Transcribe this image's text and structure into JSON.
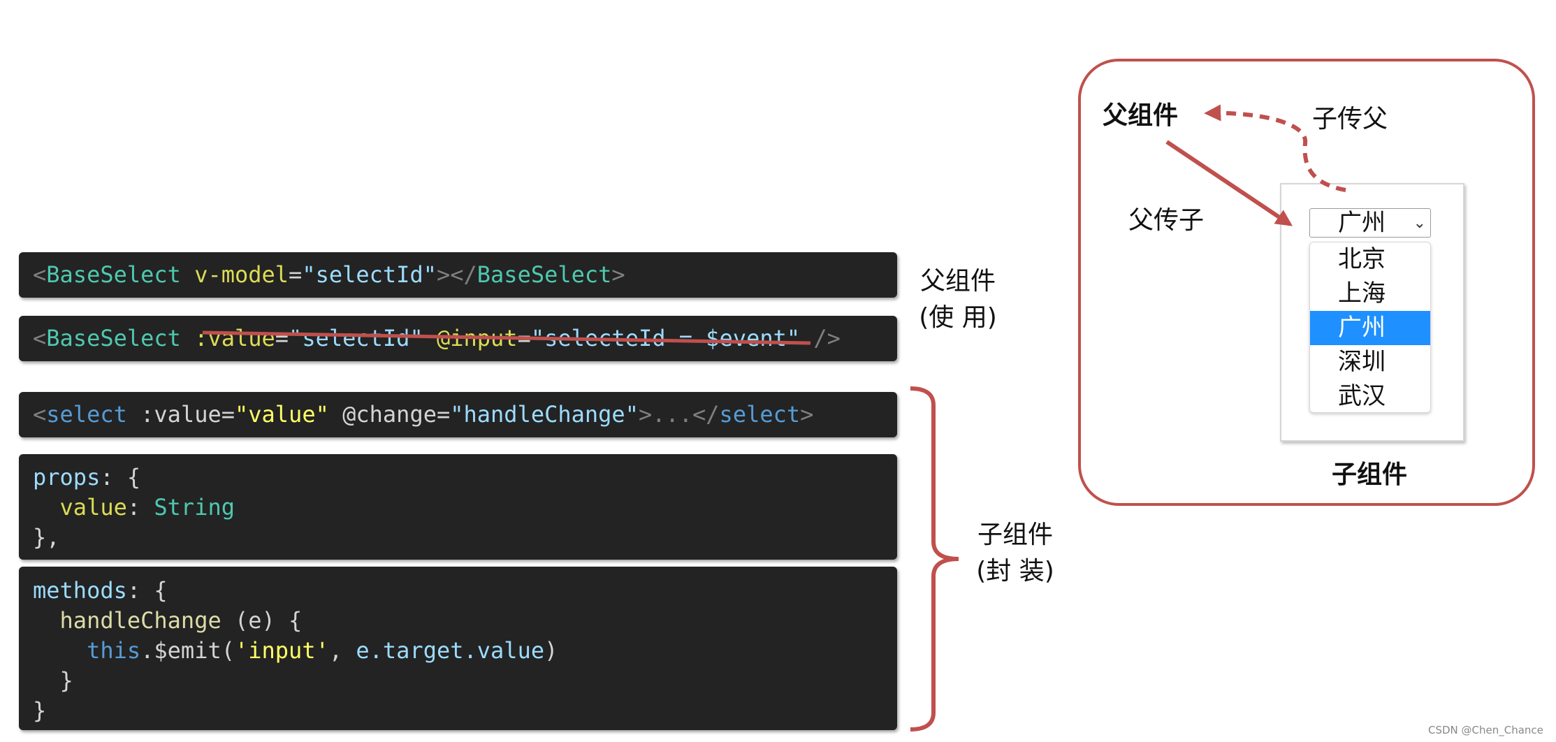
{
  "code_blocks": {
    "parent_usage": {
      "tokens": [
        {
          "t": "<",
          "c": "t-punc"
        },
        {
          "t": "BaseSelect",
          "c": "t-tag"
        },
        {
          "t": " v-model",
          "c": "t-attr"
        },
        {
          "t": "=",
          "c": "t-plain"
        },
        {
          "t": "\"selectId\"",
          "c": "t-str"
        },
        {
          "t": "></",
          "c": "t-punc"
        },
        {
          "t": "BaseSelect",
          "c": "t-tag"
        },
        {
          "t": ">",
          "c": "t-punc"
        }
      ]
    },
    "parent_expanded": {
      "tokens": [
        {
          "t": "<",
          "c": "t-punc"
        },
        {
          "t": "BaseSelect",
          "c": "t-tag"
        },
        {
          "t": " :value",
          "c": "t-attr"
        },
        {
          "t": "=",
          "c": "t-plain"
        },
        {
          "t": "\"selectId\"",
          "c": "t-str"
        },
        {
          "t": " @input",
          "c": "t-attr"
        },
        {
          "t": "=",
          "c": "t-plain"
        },
        {
          "t": "\"selecteId = $event\"",
          "c": "t-str"
        },
        {
          "t": " />",
          "c": "t-punc"
        }
      ]
    },
    "child_template": {
      "tokens": [
        {
          "t": "<",
          "c": "t-punc"
        },
        {
          "t": "select",
          "c": "t-this"
        },
        {
          "t": " :value",
          "c": "t-plain"
        },
        {
          "t": "=",
          "c": "t-plain"
        },
        {
          "t": "\"value\"",
          "c": "t-strq"
        },
        {
          "t": " @change",
          "c": "t-plain"
        },
        {
          "t": "=",
          "c": "t-plain"
        },
        {
          "t": "\"handleChange\"",
          "c": "t-str"
        },
        {
          "t": ">...</",
          "c": "t-punc"
        },
        {
          "t": "select",
          "c": "t-this"
        },
        {
          "t": ">",
          "c": "t-punc"
        }
      ]
    },
    "child_props": {
      "lines": [
        [
          {
            "t": "props",
            "c": "t-key"
          },
          {
            "t": ": {",
            "c": "t-plain"
          }
        ],
        [
          {
            "t": "  value",
            "c": "t-attr"
          },
          {
            "t": ": ",
            "c": "t-plain"
          },
          {
            "t": "String",
            "c": "t-type"
          }
        ],
        [
          {
            "t": "},",
            "c": "t-plain"
          }
        ]
      ]
    },
    "child_methods": {
      "lines": [
        [
          {
            "t": "methods",
            "c": "t-key"
          },
          {
            "t": ": {",
            "c": "t-plain"
          }
        ],
        [
          {
            "t": "  handleChange",
            "c": "t-yel"
          },
          {
            "t": " (e) {",
            "c": "t-plain"
          }
        ],
        [
          {
            "t": "    this",
            "c": "t-this"
          },
          {
            "t": ".$emit(",
            "c": "t-plain"
          },
          {
            "t": "'input'",
            "c": "t-strq"
          },
          {
            "t": ", ",
            "c": "t-plain"
          },
          {
            "t": "e.target.value",
            "c": "t-str"
          },
          {
            "t": ")",
            "c": "t-plain"
          }
        ],
        [
          {
            "t": "  }",
            "c": "t-plain"
          }
        ],
        [
          {
            "t": "}",
            "c": "t-plain"
          }
        ]
      ]
    }
  },
  "labels": {
    "usage_line1": "父组件",
    "usage_line2": "(使 用)",
    "wrap_line1": "子组件",
    "wrap_line2": "(封 装)"
  },
  "diagram": {
    "parent": "父组件",
    "child_to_parent": "子传父",
    "parent_to_child": "父传子",
    "child": "子组件",
    "select_value": "广州",
    "options": [
      "北京",
      "上海",
      "广州",
      "深圳",
      "武汉"
    ],
    "selected_index": 2,
    "accent_color": "#c0504d",
    "highlight_color": "#1e90ff"
  },
  "watermark": "CSDN @Chen_Chance"
}
